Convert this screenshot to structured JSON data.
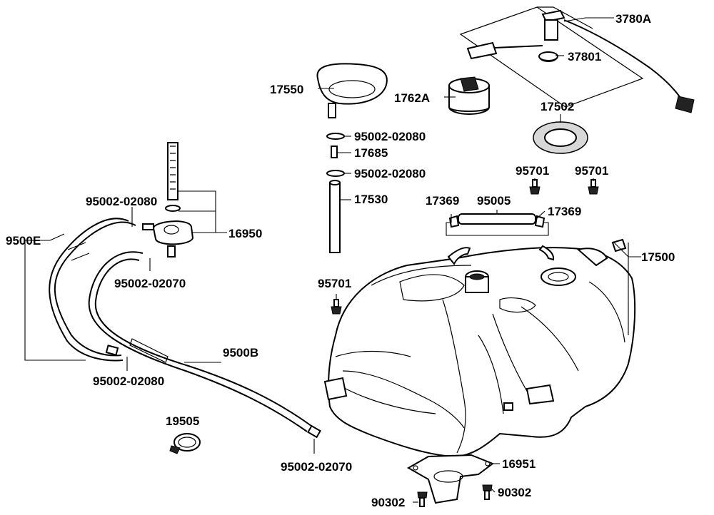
{
  "labels": {
    "p3780A": "3780A",
    "p37801": "37801",
    "p17550": "17550",
    "p1762A": "1762A",
    "p17502": "17502",
    "p95002_02080_a": "95002-02080",
    "p17685": "17685",
    "p95002_02080_b": "95002-02080",
    "p17530": "17530",
    "p95701_a": "95701",
    "p95701_b": "95701",
    "p17369_a": "17369",
    "p95005": "95005",
    "p17369_b": "17369",
    "p17500": "17500",
    "p95002_02080_c": "95002-02080",
    "p16950": "16950",
    "p9500E": "9500E",
    "p95002_02070_a": "95002-02070",
    "p95701_c": "95701",
    "p9500B": "9500B",
    "p95002_02080_d": "95002-02080",
    "p19505": "19505",
    "p95002_02070_b": "95002-02070",
    "p16951": "16951",
    "p90302_a": "90302",
    "p90302_b": "90302"
  }
}
